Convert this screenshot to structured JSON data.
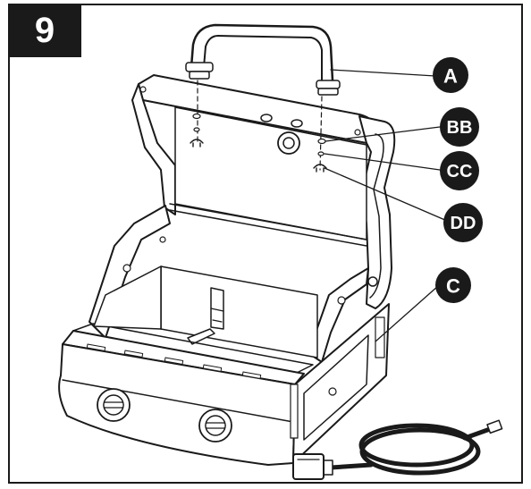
{
  "step": {
    "number": "9"
  },
  "callouts": {
    "a": "A",
    "bb": "BB",
    "cc": "CC",
    "dd": "DD",
    "c": "C"
  }
}
